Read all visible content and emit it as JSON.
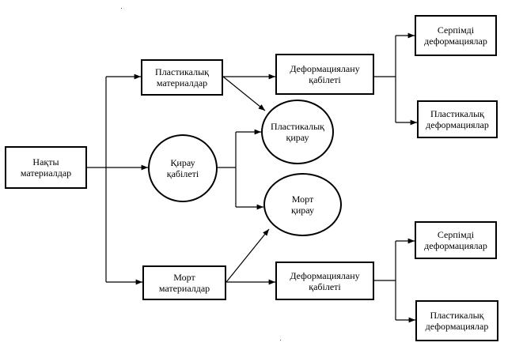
{
  "nodes": {
    "naqty": "Нақты\nматериалдар",
    "plastic_materials": "Пластикалық\nматериалдар",
    "deform_top": "Деформациялану\nқабілеті",
    "elastic_top": "Серпімді\nдеформациялар",
    "plastic_def_top": "Пластикалық\nдеформациялар",
    "fracture_ability": "Қирау\nқабілеті",
    "plastic_fracture": "Пластикалық\nқирау",
    "brittle_fracture": "Морт\nқирау",
    "brittle_materials": "Морт\nматериалдар",
    "deform_bottom": "Деформациялану\nқабілеті",
    "elastic_bottom": "Серпімді\nдеформациялар",
    "plastic_def_bottom": "Пластикалық\nдеформациялар"
  }
}
